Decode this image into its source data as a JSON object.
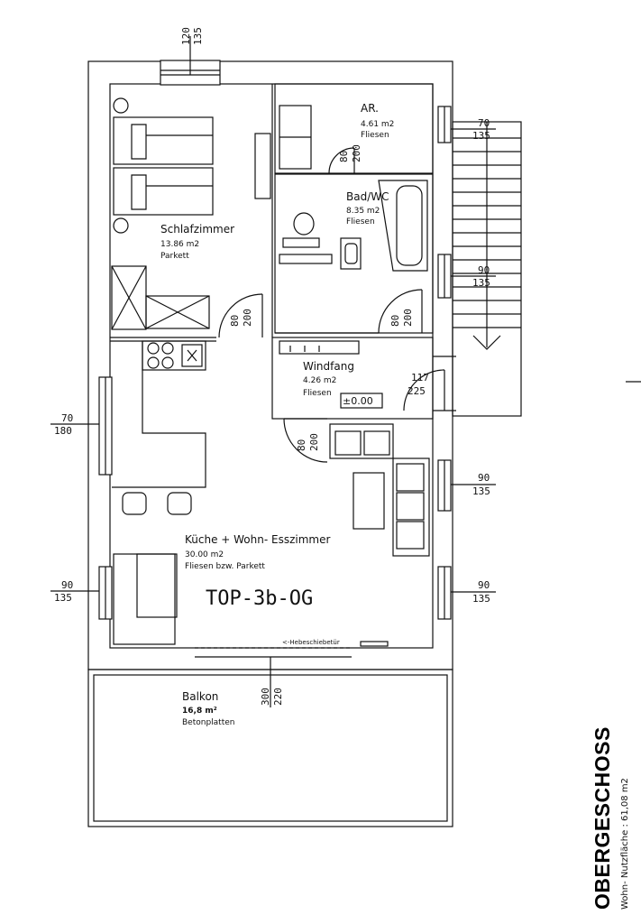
{
  "rooms": {
    "ar": {
      "name": "AR.",
      "area": "4.61 m2",
      "floor": "Fliesen"
    },
    "bad": {
      "name": "Bad/WC",
      "area": "8.35 m2",
      "floor": "Fliesen"
    },
    "schlaf": {
      "name": "Schlafzimmer",
      "area": "13.86 m2",
      "floor": "Parkett"
    },
    "windfang": {
      "name": "Windfang",
      "area": "4.26 m2",
      "floor": "Fliesen"
    },
    "kueche": {
      "name": "Küche + Wohn- Esszimmer",
      "area": "30.00 m2",
      "floor": "Fliesen bzw. Parkett"
    },
    "balkon": {
      "name": "Balkon",
      "area": "16,8 m²",
      "floor": "Betonplatten"
    }
  },
  "unit_label": "TOP-3b-OG",
  "level_mark": "±0.00",
  "sliding_door_note": "<-Hebeschiebetür",
  "dimensions": {
    "top_window": {
      "w": "120",
      "h": "135"
    },
    "stair_1": {
      "w": "70",
      "h": "135"
    },
    "stair_2": {
      "w": "90",
      "h": "135"
    },
    "right_1": {
      "w": "90",
      "h": "135"
    },
    "right_2": {
      "w": "90",
      "h": "135"
    },
    "left_1": {
      "w": "70",
      "h": "180"
    },
    "left_2": {
      "w": "90",
      "h": "135"
    },
    "door_ar": {
      "w": "80",
      "h": "200"
    },
    "door_schlaf": {
      "w": "80",
      "h": "200"
    },
    "door_bad": {
      "w": "80",
      "h": "200"
    },
    "door_wohn": {
      "w": "80",
      "h": "200"
    },
    "door_entry": {
      "w": "117",
      "h": "225"
    },
    "balkon_door": {
      "w": "300",
      "h": "220"
    }
  },
  "title": "OBERGESCHOSS",
  "subtitle": "Wohn- Nutzfläche : 61,08 m2"
}
